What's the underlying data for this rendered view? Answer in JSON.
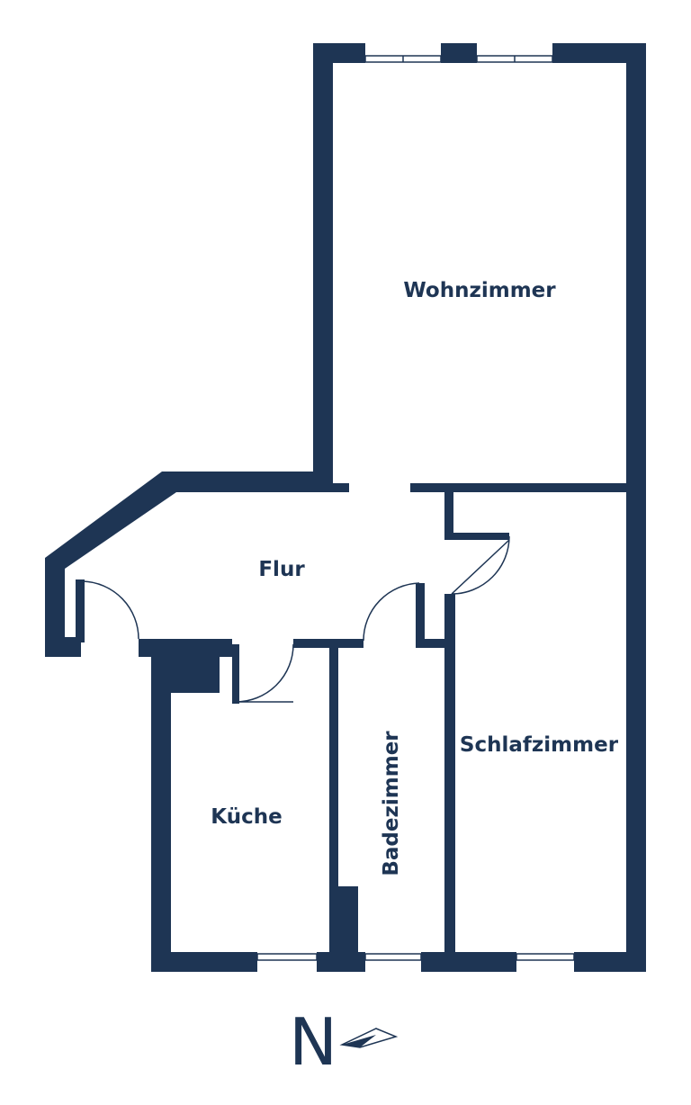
{
  "plan": {
    "wall_color": "#1e3554",
    "background": "#ffffff",
    "rooms": {
      "living": "Wohnzimmer",
      "hall": "Flur",
      "bedroom": "Schlafzimmer",
      "kitchen": "Küche",
      "bathroom": "Badezimmer"
    }
  },
  "compass": {
    "letter": "N",
    "icon": "north-arrow-icon"
  }
}
